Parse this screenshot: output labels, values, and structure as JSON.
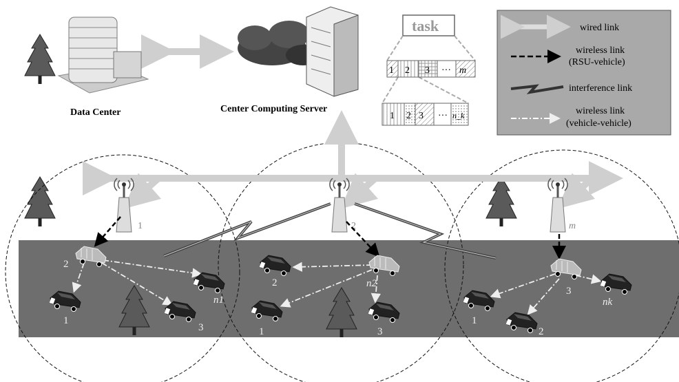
{
  "labels": {
    "data_center": "Data Center",
    "server": "Center Computing Server",
    "task": "task"
  },
  "task_segments": [
    "1",
    "2",
    "3",
    "···",
    "m"
  ],
  "subtask_segments": [
    "1",
    "2",
    "3",
    "···",
    "n_k"
  ],
  "legend": {
    "wired": "wired link",
    "rsu_vehicle_1": "wireless link",
    "rsu_vehicle_2": "(RSU-vehicle)",
    "interference": "interference link",
    "v2v_1": "wireless link",
    "v2v_2": "(vehicle-vehicle)"
  },
  "rsus": [
    "1",
    "2",
    "m"
  ],
  "cells": [
    {
      "vehicles": [
        "2",
        "1",
        "3",
        "n1"
      ]
    },
    {
      "vehicles": [
        "n2",
        "2",
        "1",
        "3"
      ]
    },
    {
      "vehicles": [
        "3",
        "1",
        "2",
        "nk"
      ]
    }
  ],
  "colors": {
    "road": "#6e6e6e",
    "legend_bg": "#a9a9a9",
    "wired": "#cfcfcf",
    "tree": "#5a5a5a"
  }
}
